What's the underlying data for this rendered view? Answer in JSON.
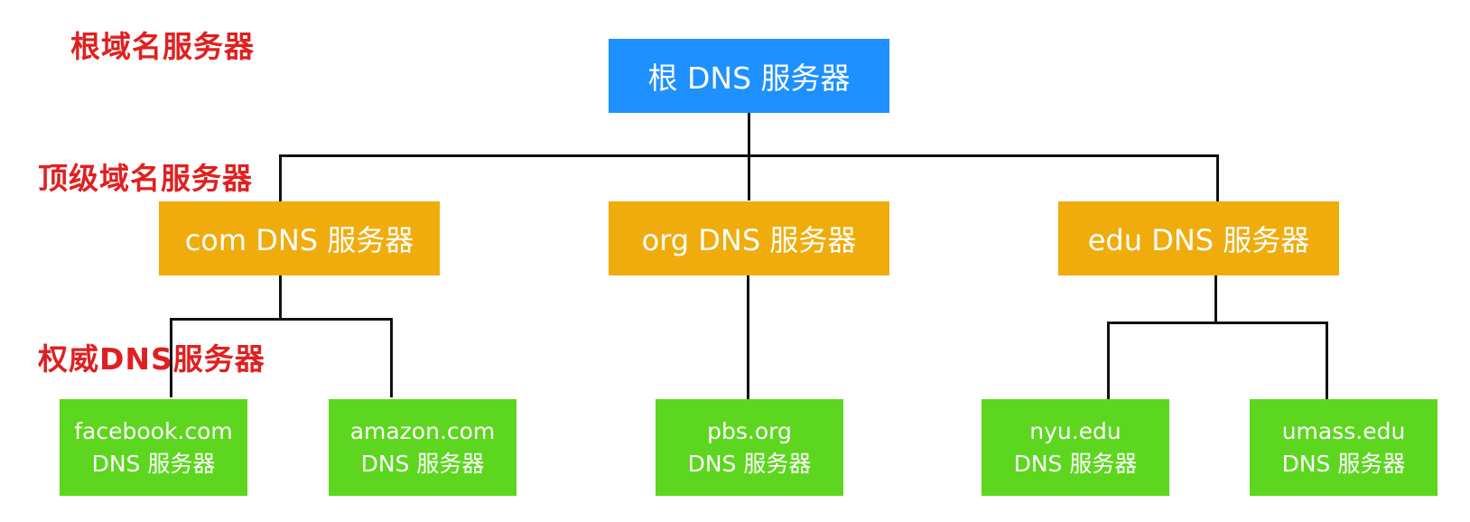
{
  "levels": {
    "root": "根域名服务器",
    "tld": "顶级域名服务器",
    "authoritative": "权威DNS服务器"
  },
  "root_server": {
    "label": "根 DNS 服务器"
  },
  "tld_servers": [
    {
      "label": "com DNS 服务器"
    },
    {
      "label": "org DNS 服务器"
    },
    {
      "label": "edu DNS 服务器"
    }
  ],
  "authoritative_servers": [
    {
      "domain": "facebook.com",
      "label": "DNS 服务器"
    },
    {
      "domain": "amazon.com",
      "label": "DNS 服务器"
    },
    {
      "domain": "pbs.org",
      "label": "DNS 服务器"
    },
    {
      "domain": "nyu.edu",
      "label": "DNS 服务器"
    },
    {
      "domain": "umass.edu",
      "label": "DNS 服务器"
    }
  ],
  "colors": {
    "level_label": "#e02020",
    "root_node": "#1e90ff",
    "tld_node": "#f0ac0c",
    "authoritative_node": "#5dd61f",
    "connector": "#111111"
  }
}
